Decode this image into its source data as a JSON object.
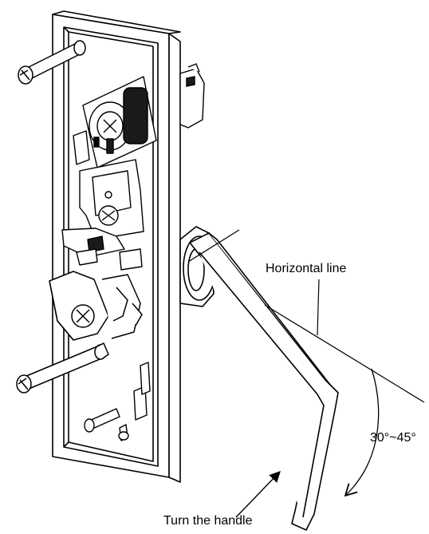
{
  "labels": {
    "horizontal_line": "Horizontal line",
    "angle": "30°~45°",
    "turn_handle": "Turn the handle"
  },
  "colors": {
    "ink": "#000000",
    "paper": "#ffffff",
    "shade": "#1a1a1a"
  }
}
